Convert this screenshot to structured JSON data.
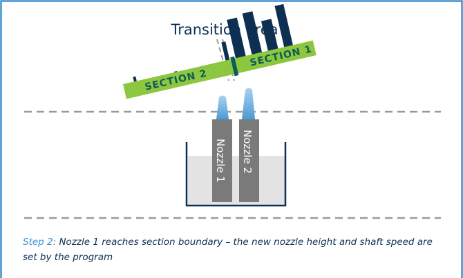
{
  "title": "Transition area",
  "sections": {
    "section_2_label": "SECTION 2",
    "section_1_label": "SECTION 1"
  },
  "nozzles": {
    "nozzle_1_label": "Nozzle 1",
    "nozzle_2_label": "Nozzle 2"
  },
  "caption": {
    "step_label": "Step 2:",
    "text": " Nozzle 1 reaches section boundary – the new nozzle height and shaft speed are set by the program"
  },
  "colors": {
    "frame": "#3e8fcf",
    "navy": "#0d2f52",
    "green_bar": "#8dc63f",
    "teal": "#0d5c57",
    "nozzle": "#7a7a7a",
    "spray": "#5fa8dc",
    "liquid": "#e3e3e3"
  }
}
